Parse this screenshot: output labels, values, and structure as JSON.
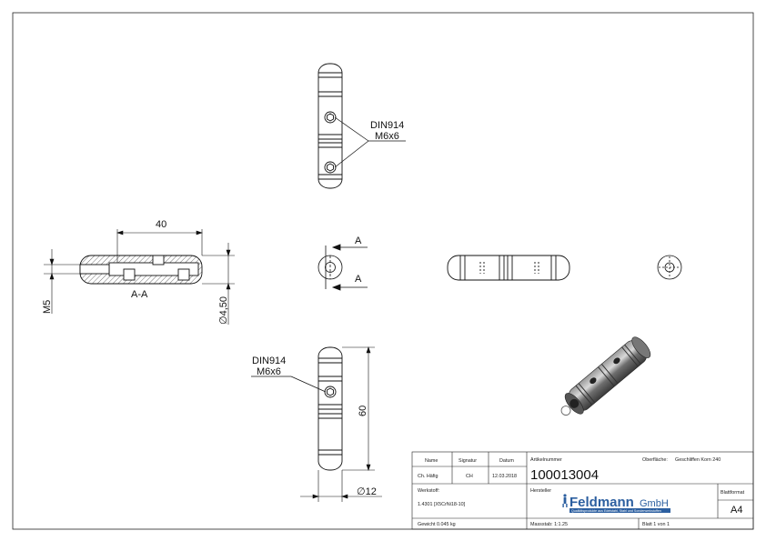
{
  "callouts": {
    "top_name": "DIN914",
    "top_size": "M6x6",
    "bottom_name": "DIN914",
    "bottom_size": "M6x6"
  },
  "dimensions": {
    "length_40": "40",
    "thread_m5": "M5",
    "dia_450": "∅4,50",
    "section_label": "A-A",
    "cut_a_upper": "A",
    "cut_a_lower": "A",
    "length_60": "60",
    "dia_12": "∅12"
  },
  "title_block": {
    "header_name": "Name",
    "header_signature": "Signatur",
    "header_date": "Datum",
    "name_value": "Ch. Häfig",
    "signature_value": "CH",
    "date_value": "12.03.2018",
    "article_label": "Artikelnummer",
    "article_number": "100013004",
    "surface_label": "Oberfläche:",
    "surface_value": "Geschliffen Korn 240",
    "material_label": "Werkstoff:",
    "material_value": "1.4301 [X5CrNi18-10]",
    "manufacturer_label": "Hersteller",
    "company_name": "Feldmann",
    "company_suffix": "GmbH",
    "company_tagline": "Qualitätsprodukte aus Edelstahl, Stahl und Sonderwerkstoffen",
    "format_label": "Blattformat",
    "format_value": "A4",
    "weight_text": "Gewicht 0.045 kg",
    "scale_text": "Massstab: 1:1.25",
    "sheet_text": "Blatt 1 von 1"
  }
}
